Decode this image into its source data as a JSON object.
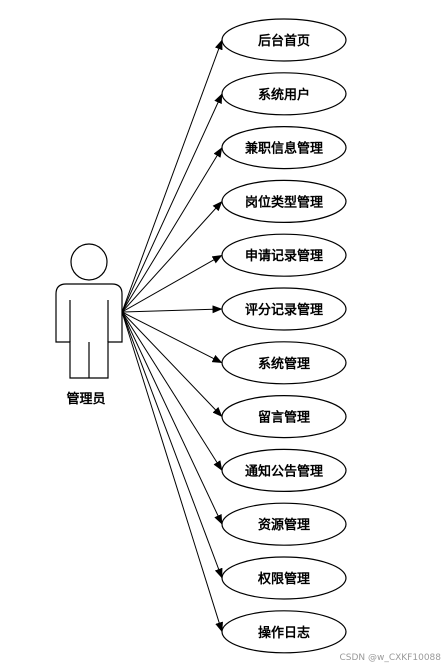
{
  "actor": {
    "label": "管理员"
  },
  "use_cases": [
    {
      "label": "后台首页"
    },
    {
      "label": "系统用户"
    },
    {
      "label": "兼职信息管理"
    },
    {
      "label": "岗位类型管理"
    },
    {
      "label": "申请记录管理"
    },
    {
      "label": "评分记录管理"
    },
    {
      "label": "系统管理"
    },
    {
      "label": "留言管理"
    },
    {
      "label": "通知公告管理"
    },
    {
      "label": "资源管理"
    },
    {
      "label": "权限管理"
    },
    {
      "label": "操作日志"
    }
  ],
  "watermark": "CSDN @w_CXKF10088",
  "colors": {
    "stroke": "#000000",
    "fill": "#ffffff",
    "watermark": "#9a9a9a"
  }
}
